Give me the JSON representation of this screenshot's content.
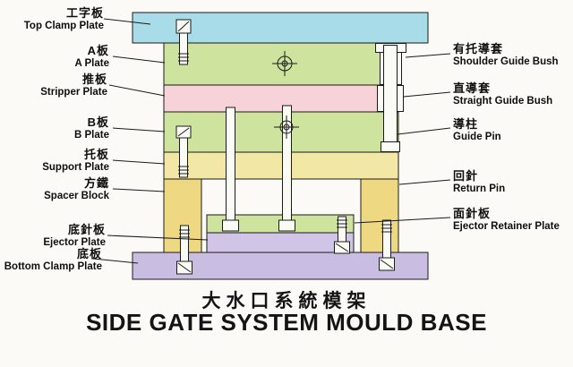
{
  "titles": {
    "chinese": "大水口系統模架",
    "english": "SIDE GATE SYSTEM MOULD BASE"
  },
  "left_labels": [
    {
      "cn": "工字板",
      "en": "Top Clamp Plate"
    },
    {
      "cn": "A板",
      "en": "A Plate"
    },
    {
      "cn": "推板",
      "en": "Stripper Plate"
    },
    {
      "cn": "B板",
      "en": "B Plate"
    },
    {
      "cn": "托板",
      "en": "Support Plate"
    },
    {
      "cn": "方鐵",
      "en": "Spacer Block"
    },
    {
      "cn": "底針板",
      "en": "Ejector Plate"
    },
    {
      "cn": "底板",
      "en": "Bottom Clamp Plate"
    }
  ],
  "right_labels": [
    {
      "cn": "有托導套",
      "en": "Shoulder Guide Bush"
    },
    {
      "cn": "直導套",
      "en": "Straight Guide Bush"
    },
    {
      "cn": "導柱",
      "en": "Guide Pin"
    },
    {
      "cn": "回針",
      "en": "Return Pin"
    },
    {
      "cn": "面針板",
      "en": "Ejector Retainer Plate"
    }
  ],
  "colors": {
    "top_plate": "#a9dce9",
    "green_plate": "#cde39e",
    "stripper": "#f7d2d8",
    "support": "#f3e7a6",
    "spacer": "#eed982",
    "ejector": "#d0c5e6",
    "bottom_plate": "#c9bde2",
    "hardware": "#fbfbf5",
    "line": "#1a1a1a"
  }
}
